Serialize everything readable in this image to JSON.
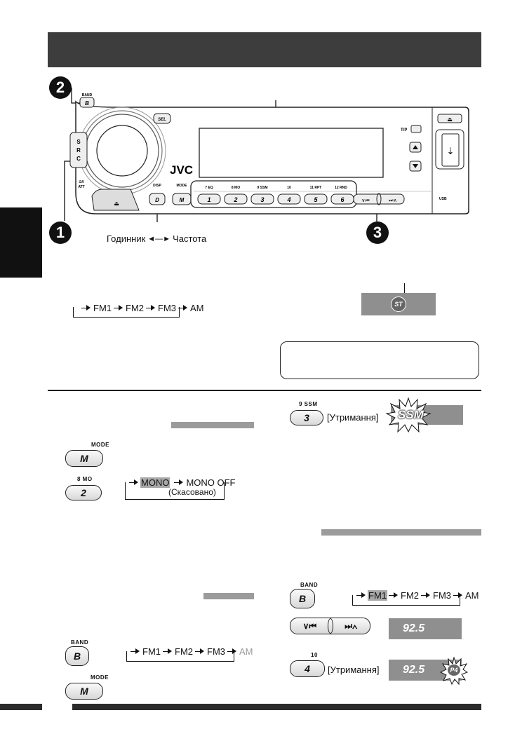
{
  "steps": {
    "one": "1",
    "two": "2",
    "three": "3"
  },
  "radio": {
    "brand": "JVC",
    "band_label": "BAND",
    "band_key": "B",
    "sel_key": "SEL",
    "src_label": "S\nR\nC",
    "att_label": "⏻/I ATT",
    "disp_label": "DISP",
    "mode_label": "MODE",
    "disp_key": "D",
    "mode_key": "M",
    "tp_label": "T/P",
    "usb_label": "USB",
    "preset_labels": [
      "7 EQ",
      "8 MO",
      "9 SSM",
      "10",
      "11 RPT",
      "12 RND"
    ],
    "preset_keys": [
      "1",
      "2",
      "3",
      "4",
      "5",
      "6"
    ]
  },
  "clock_freq": {
    "left": "Годинник",
    "right": "Частота"
  },
  "band_cycle_1": [
    "FM1",
    "FM2",
    "FM3",
    "AM"
  ],
  "st_indicator": "ST",
  "ssm": {
    "key_label": "9  SSM",
    "key": "3",
    "hold": "[Утримання]",
    "lcd": "SSM"
  },
  "mono": {
    "mode_label": "MODE",
    "mode_key": "M",
    "mo_label": "8  MO",
    "mo_key": "2",
    "states": [
      "MONO",
      "MONO OFF"
    ],
    "cancelled": "(Скасовано)"
  },
  "band_cycle_2": {
    "label": "BAND",
    "key": "B",
    "items": [
      "FM1",
      "FM2",
      "FM3",
      "AM"
    ]
  },
  "band_cycle_3": {
    "label": "BAND",
    "key": "B",
    "items": [
      "FM1",
      "FM2",
      "FM3",
      "AM"
    ],
    "mode_label": "MODE",
    "mode_key": "M"
  },
  "tune": {
    "freq": "92.5"
  },
  "preset_store": {
    "key_label": "10",
    "key": "4",
    "hold": "[Утримання]",
    "freq": "92.5",
    "badge": "P4"
  }
}
